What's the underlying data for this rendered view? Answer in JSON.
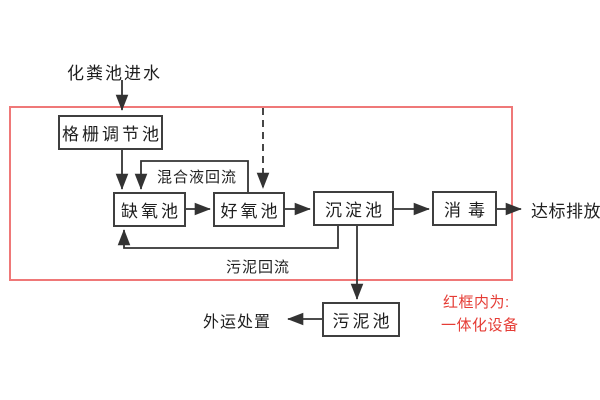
{
  "diagram": {
    "influent_label": "化粪池进水",
    "nodes": {
      "grid_tank": "格栅调节池",
      "anoxic_tank": "缺氧池",
      "aerobic_tank": "好氧池",
      "sedimentation_tank": "沉淀池",
      "disinfection": "消毒",
      "sludge_tank": "污泥池"
    },
    "flow_labels": {
      "mixed_liquor_reflux": "混合液回流",
      "sludge_reflux": "污泥回流",
      "discharge": "达标排放",
      "external_disposal": "外运处置"
    },
    "note": {
      "line1": "红框内为:",
      "line2": "一体化设备"
    }
  },
  "colors": {
    "red_frame": "#ef7878",
    "note_text": "#e53c35",
    "line": "#333333",
    "box_border": "#3f3f3f",
    "text": "#1f1f1f"
  }
}
